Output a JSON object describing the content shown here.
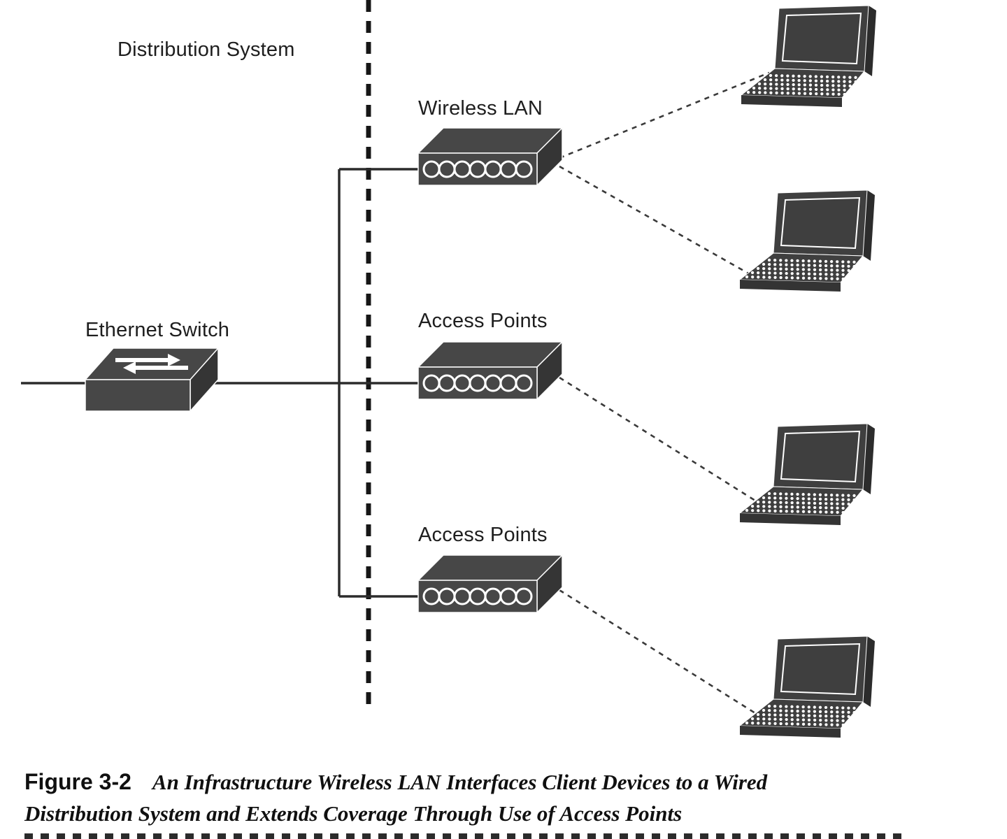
{
  "diagram": {
    "labels": {
      "distribution_system": "Distribution System",
      "wireless_lan": "Wireless LAN",
      "access_points_middle": "Access Points",
      "access_points_bottom": "Access Points",
      "ethernet_switch": "Ethernet Switch"
    },
    "nodes": [
      {
        "id": "ethernet-switch",
        "label": "Ethernet Switch",
        "icon": "switch-3d-box-with-arrows"
      },
      {
        "id": "ap-1",
        "label": "Wireless LAN",
        "icon": "access-point-3d-box-with-rings"
      },
      {
        "id": "ap-2",
        "label": "Access Points",
        "icon": "access-point-3d-box-with-rings"
      },
      {
        "id": "ap-3",
        "label": "Access Points",
        "icon": "access-point-3d-box-with-rings"
      },
      {
        "id": "laptop-1",
        "icon": "laptop"
      },
      {
        "id": "laptop-2",
        "icon": "laptop"
      },
      {
        "id": "laptop-3",
        "icon": "laptop"
      },
      {
        "id": "laptop-4",
        "icon": "laptop"
      }
    ],
    "links": {
      "wired": [
        [
          "left-edge",
          "ethernet-switch"
        ],
        [
          "ethernet-switch",
          "ap-1"
        ],
        [
          "ethernet-switch",
          "ap-2"
        ],
        [
          "ethernet-switch",
          "ap-3"
        ]
      ],
      "wireless_dashed": [
        [
          "ap-1",
          "laptop-1"
        ],
        [
          "ap-1",
          "laptop-2"
        ],
        [
          "ap-2",
          "laptop-3"
        ],
        [
          "ap-3",
          "laptop-4"
        ]
      ],
      "boundary": "vertical-dashed-line"
    },
    "colors": {
      "device_fill": "#474747",
      "device_shade": "#353535",
      "line": "#2b2b2b",
      "text": "#1e1e1e",
      "background": "#ffffff"
    }
  },
  "caption": {
    "figure_label": "Figure 3-2",
    "line1": "An Infrastructure Wireless LAN Interfaces Client Devices to a Wired",
    "line2": "Distribution System and Extends Coverage Through Use of Access Points"
  }
}
